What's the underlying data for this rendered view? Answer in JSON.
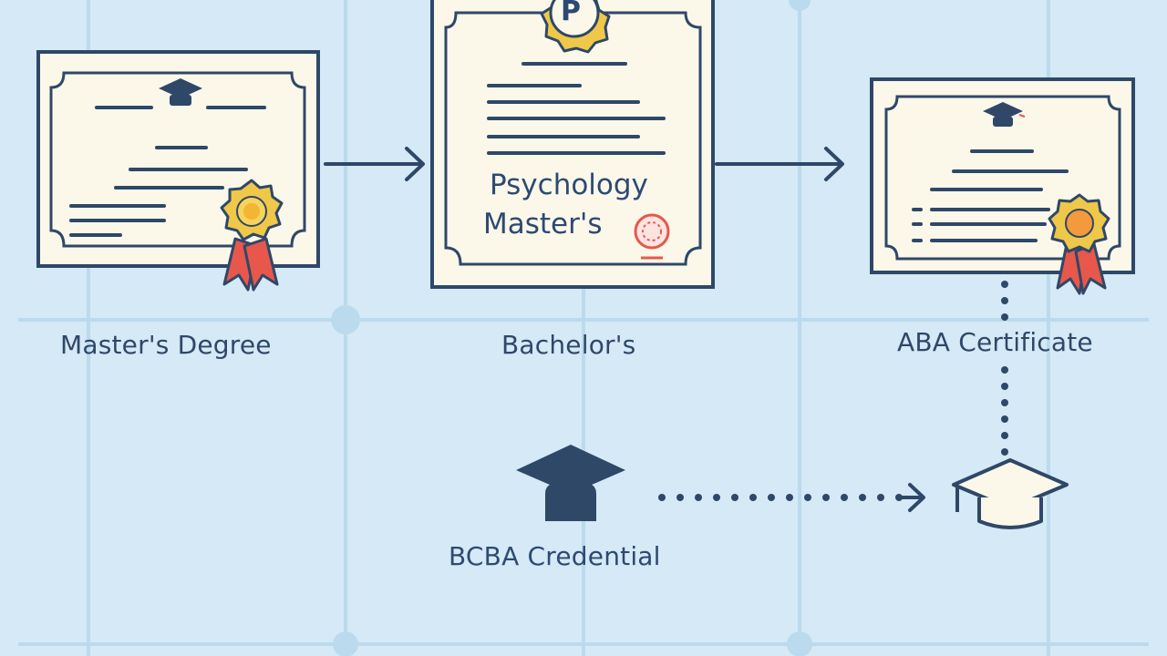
{
  "nodes": {
    "masters": {
      "label": "Master's Degree"
    },
    "bachelors": {
      "label": "Bachelor's",
      "badge_letter": "P",
      "cert_title_line1": "Psychology",
      "cert_title_line2": "Master's"
    },
    "aba": {
      "label": "ABA Certificate"
    },
    "bcba": {
      "label": "BCBA Credential"
    }
  },
  "colors": {
    "background": "#d5e9f6",
    "grid": "#b7d8ec",
    "ink": "#2f4868",
    "paper": "#fbf8ea",
    "medal": "#efc84a",
    "ribbon": "#e8574b"
  },
  "icons": {
    "graduation_cap": "graduation-cap-icon",
    "medal": "medal-icon",
    "stamp": "stamp-icon",
    "arrow": "arrow-right-icon"
  }
}
